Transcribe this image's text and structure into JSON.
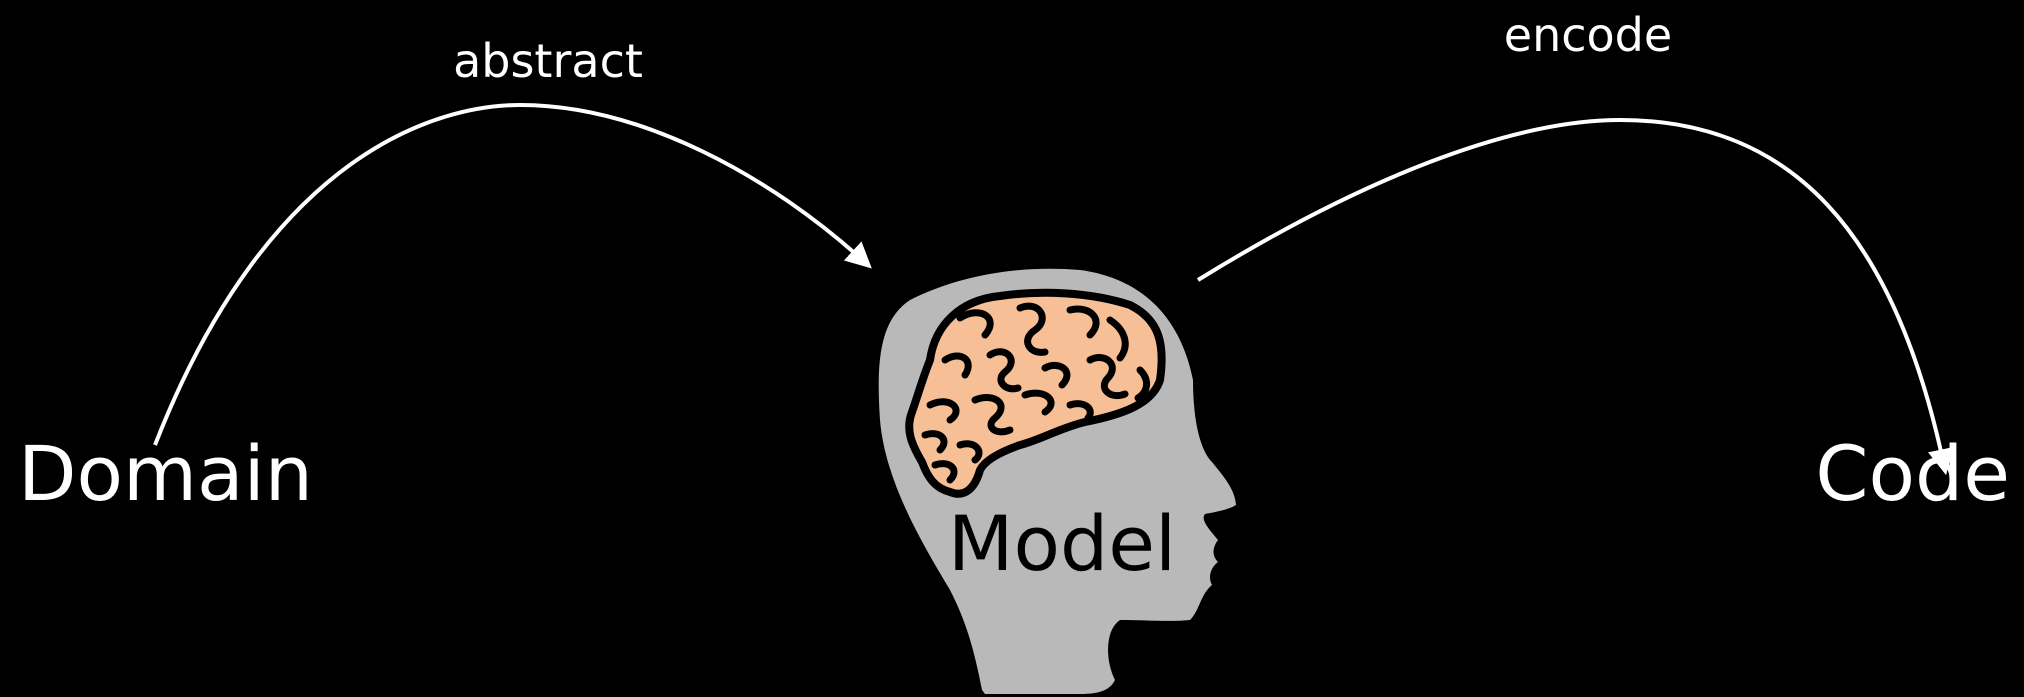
{
  "diagram": {
    "nodes": {
      "domain": "Domain",
      "model": "Model",
      "code": "Code"
    },
    "edges": {
      "abstract": "abstract",
      "encode": "encode"
    },
    "colors": {
      "background": "#000000",
      "text": "#ffffff",
      "head": "#b9b9b9",
      "brain": "#f7bf95",
      "brain_outline": "#000000",
      "arrow": "#ffffff"
    }
  }
}
